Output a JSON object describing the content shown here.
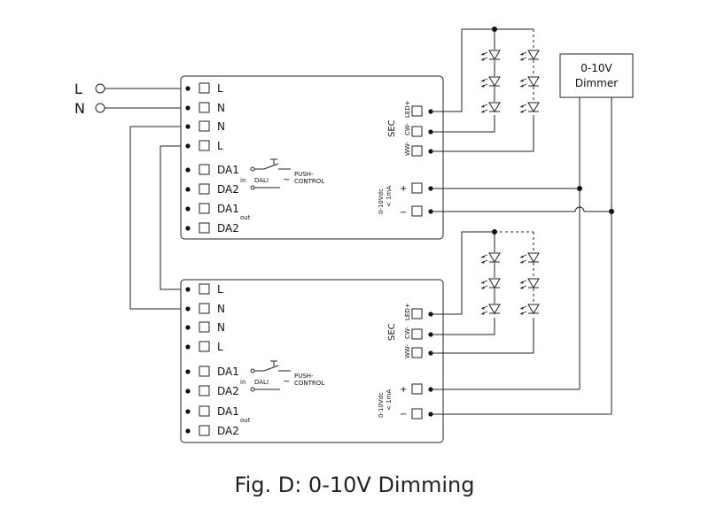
{
  "mains": {
    "l": "L",
    "n": "N"
  },
  "driver": {
    "inputs": [
      "L",
      "N",
      "N",
      "L"
    ],
    "dali": [
      "DA1",
      "DA2",
      "DA1",
      "DA2"
    ],
    "in_label": "in",
    "out_label": "out",
    "dali_label": "DALI",
    "tilde": "~",
    "push_control": [
      "PUSH-",
      "CONTROL"
    ],
    "sec_label": "SEC",
    "led_plus": "LED+",
    "cw_minus": "CW-",
    "ww_minus": "WW-",
    "dim_labels": [
      "0-10Vdc",
      "< 1mA"
    ],
    "plus": "+",
    "minus": "−"
  },
  "dimmer": {
    "line1": "0-10V",
    "line2": "Dimmer"
  },
  "caption": "Fig. D: 0-10V Dimming"
}
